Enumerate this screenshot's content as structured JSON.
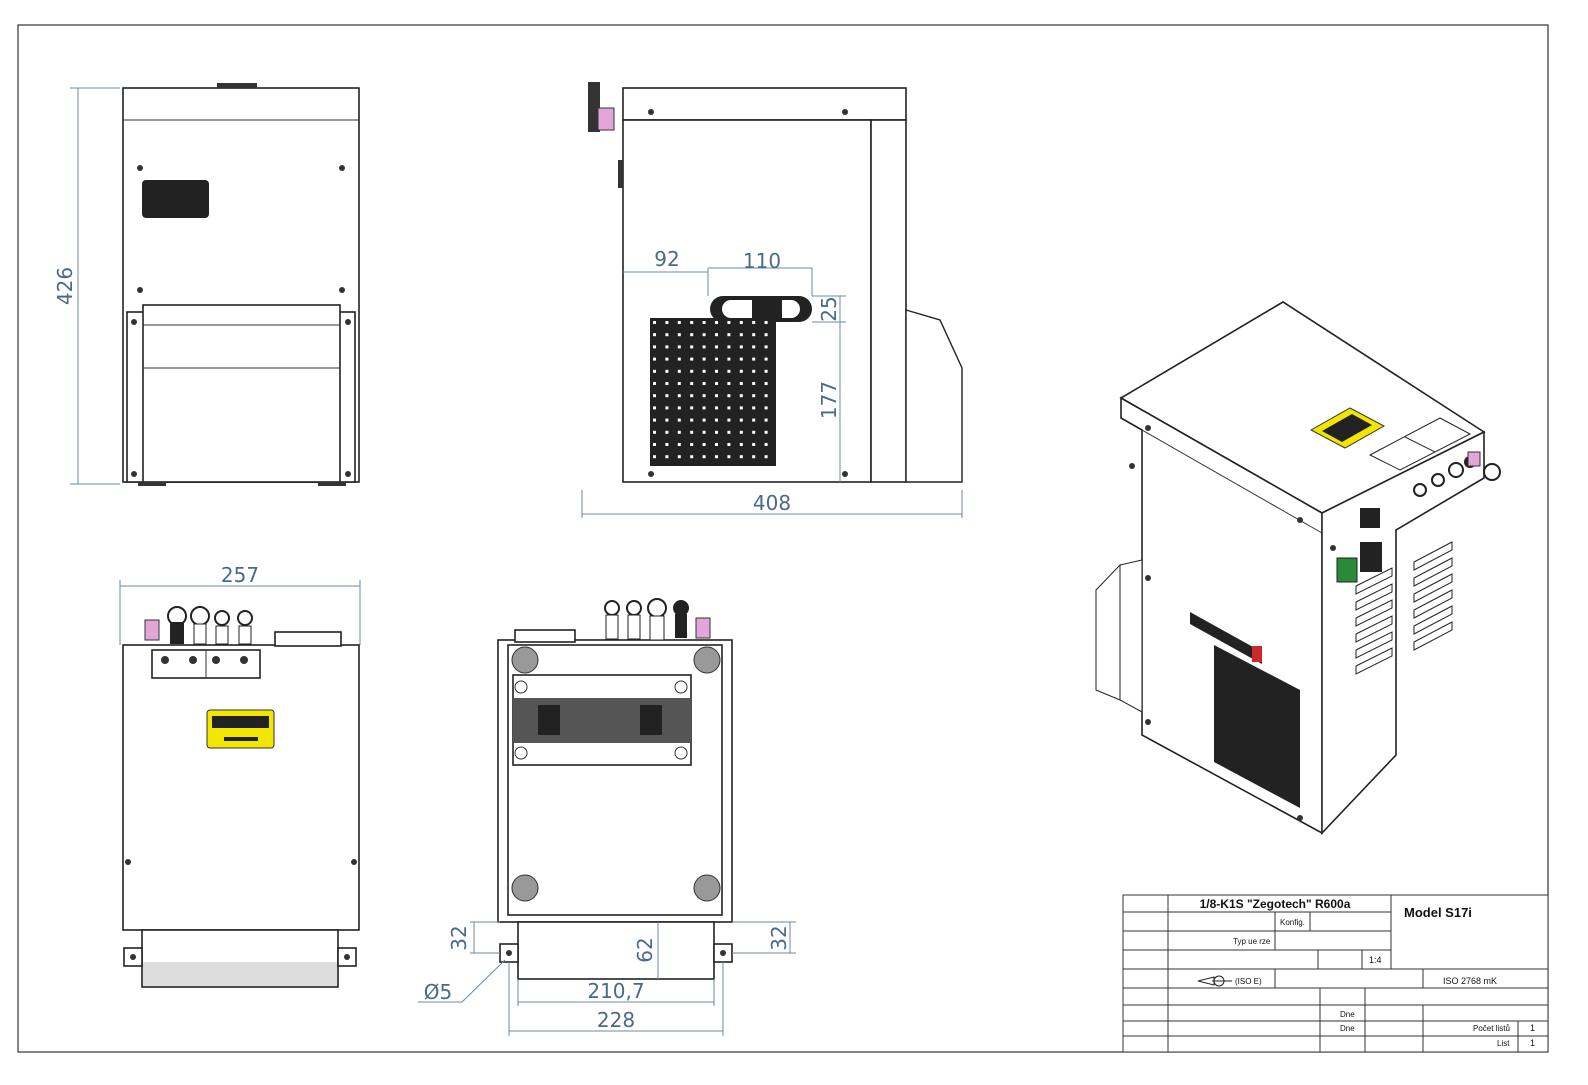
{
  "dimensions": {
    "front_height": "426",
    "side_92": "92",
    "side_110": "110",
    "side_25": "25",
    "side_177": "177",
    "side_depth": "408",
    "top_width": "257",
    "bottom_32_left": "32",
    "bottom_62": "62",
    "bottom_32_right": "32",
    "bottom_hole": "Ø5",
    "bottom_210": "210,7",
    "bottom_228": "228"
  },
  "title_block": {
    "product": "1/8-K1S \"Zegotech\" R600a",
    "model": "Model S17i",
    "konfig": "Konfig.",
    "type": "Typ ue rze",
    "scale": "1:4",
    "iso_symbol": "(ISO E)",
    "iso_tolerance": "ISO 2768 mK",
    "date1": "Dne",
    "date2": "Dne",
    "sheets_label": "Počet listů",
    "sheets_value": "1",
    "sheet_label": "List",
    "sheet_value": "1"
  },
  "colors": {
    "dimension": "#4a6a8c",
    "sticker": "#f2e600",
    "connector_pink": "#e3a6d8"
  }
}
